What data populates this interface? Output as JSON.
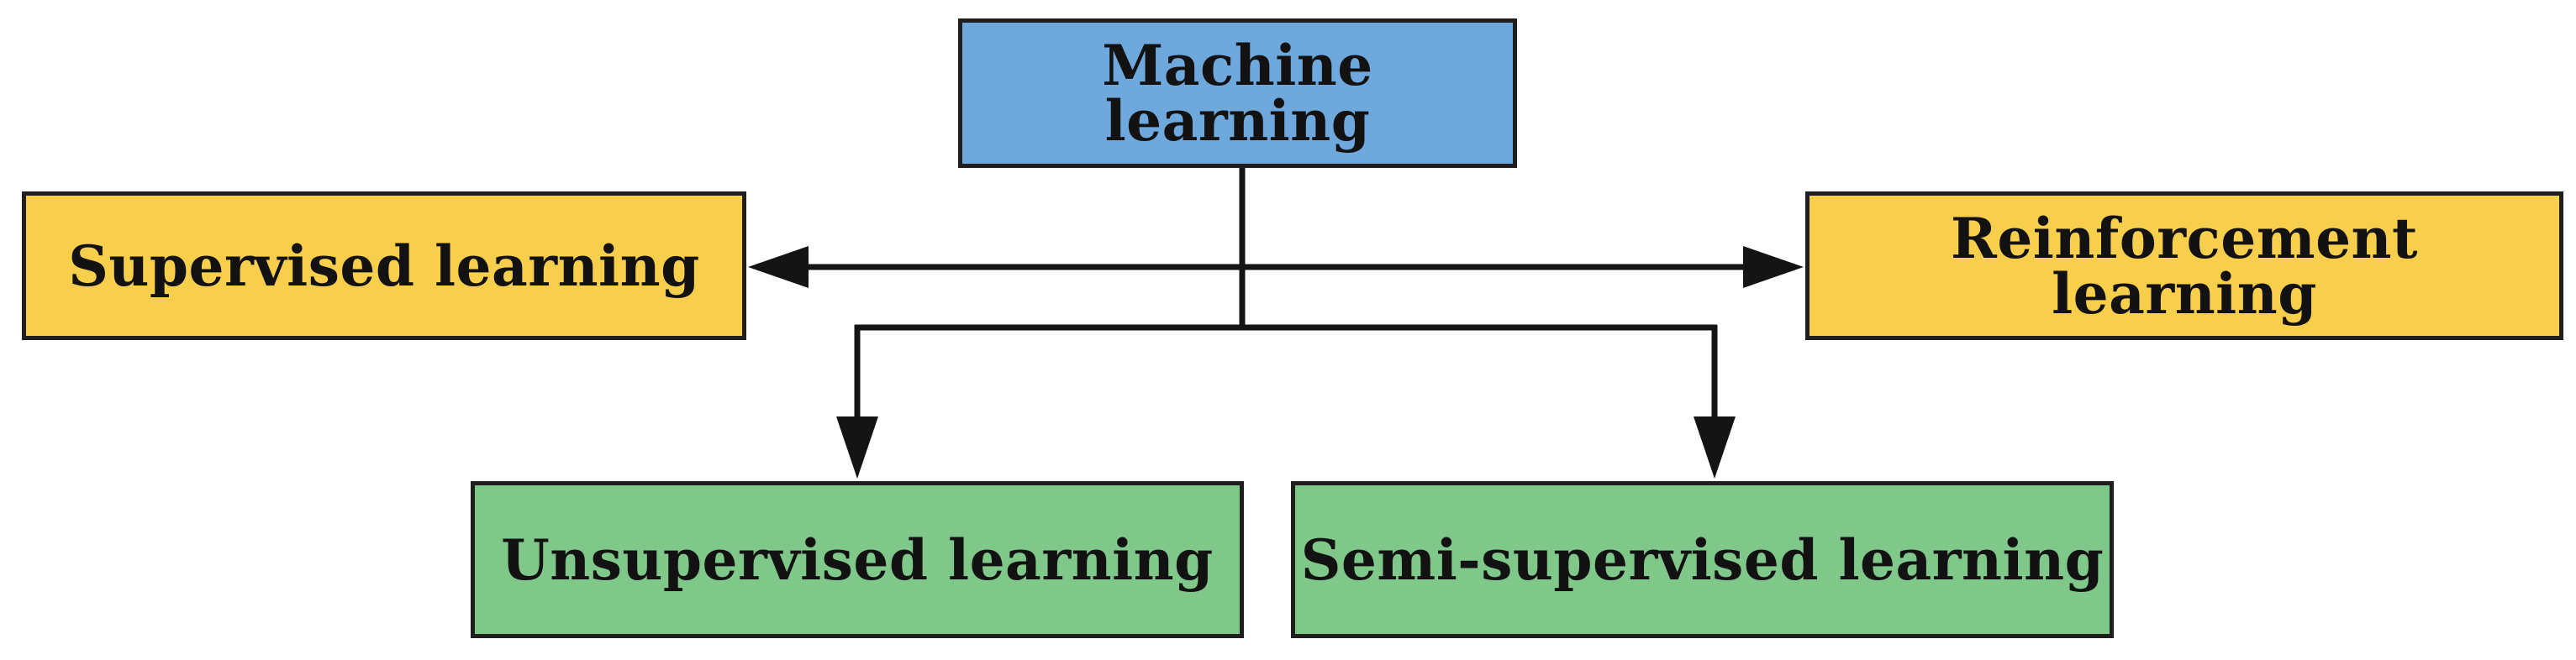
{
  "nodes": {
    "machine_learning": {
      "label": "Machine learning",
      "fill": "#6FA8DC"
    },
    "supervised": {
      "label": "Supervised learning",
      "fill": "#F8CF4C"
    },
    "reinforcement": {
      "label": "Reinforcement learning",
      "fill": "#F8CF4C"
    },
    "unsupervised": {
      "label": "Unsupervised learning",
      "fill": "#80C88A"
    },
    "semi_supervised": {
      "label": "Semi-supervised learning",
      "fill": "#80C88A"
    }
  },
  "edges": [
    {
      "from": "machine_learning",
      "to": "supervised",
      "style": "arrow"
    },
    {
      "from": "machine_learning",
      "to": "reinforcement",
      "style": "arrow"
    },
    {
      "from": "machine_learning",
      "to": "unsupervised",
      "style": "arrow"
    },
    {
      "from": "machine_learning",
      "to": "semi_supervised",
      "style": "arrow"
    }
  ],
  "colors": {
    "node-blue": "#6FA8DC",
    "node-yellow": "#F8CF4C",
    "node-green": "#80C88A",
    "border": "#1f1f1f",
    "line": "#141414",
    "text": "#121212",
    "background": "#ffffff"
  }
}
